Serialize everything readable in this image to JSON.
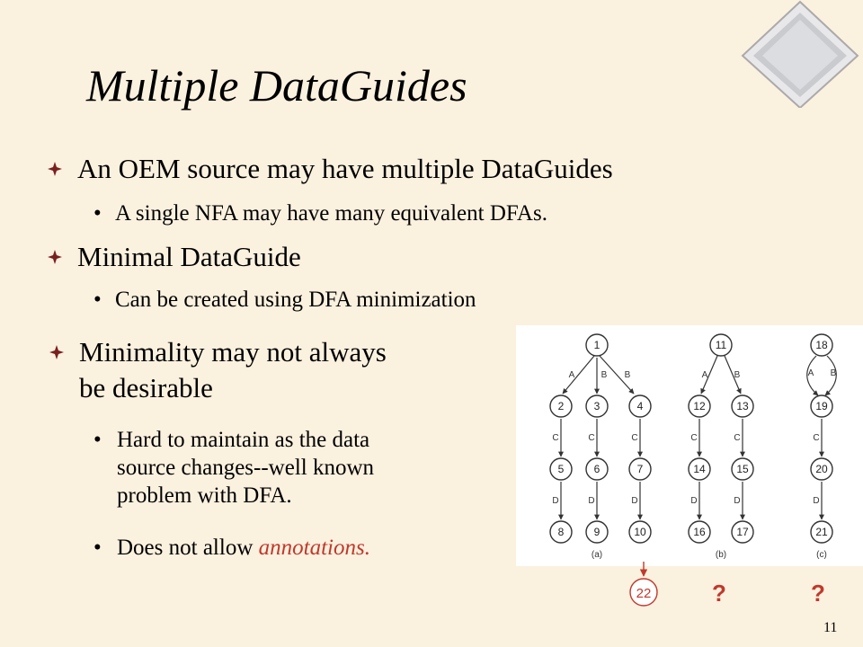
{
  "slide": {
    "title": "Multiple DataGuides",
    "bullets": [
      {
        "text": "An OEM source may have multiple DataGuides",
        "sub": "A single NFA may have many equivalent DFAs."
      },
      {
        "text": "Minimal DataGuide",
        "sub": "Can be created using DFA minimization"
      }
    ],
    "b3": {
      "line1": "Minimality may not always",
      "line2": "be desirable",
      "sub1": [
        "Hard to maintain as the data",
        "source changes--well known",
        "problem with DFA."
      ],
      "sub2_prefix": "Does not allow ",
      "sub2_highlight": "annotations.",
      "highlight_color": "#c0392b"
    },
    "page_number": "11"
  },
  "diagram": {
    "a": {
      "root": "1",
      "edges": [
        "A",
        "B",
        "B"
      ],
      "mid": [
        "2",
        "3",
        "4"
      ],
      "c": [
        "C",
        "C",
        "C"
      ],
      "lower": [
        "5",
        "6",
        "7"
      ],
      "d": [
        "D",
        "D",
        "D"
      ],
      "leaf": [
        "8",
        "9",
        "10"
      ],
      "caption": "(a)"
    },
    "b": {
      "root": "11",
      "edges": [
        "A",
        "B"
      ],
      "mid": [
        "12",
        "13"
      ],
      "c": [
        "C",
        "C"
      ],
      "lower": [
        "14",
        "15"
      ],
      "d": [
        "D",
        "D"
      ],
      "leaf": [
        "16",
        "17"
      ],
      "caption": "(b)"
    },
    "c": {
      "root": "18",
      "edges": [
        "A",
        "B"
      ],
      "mid": "19",
      "c": "C",
      "lower": "20",
      "d": "D",
      "leaf": "21",
      "caption": "(c)"
    }
  },
  "annotations": {
    "node": "22",
    "q1": "?",
    "q2": "?"
  }
}
